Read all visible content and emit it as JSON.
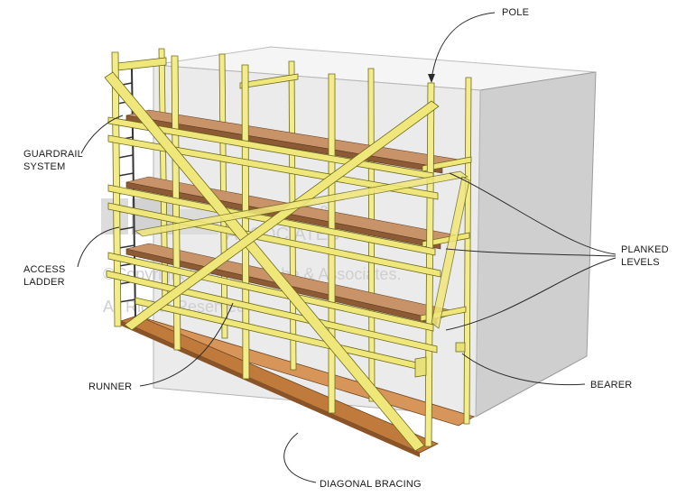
{
  "labels": {
    "pole": "POLE",
    "guardrail_line1": "GUARDRAIL",
    "guardrail_line2": "SYSTEM",
    "access_line1": "ACCESS",
    "access_line2": "LADDER",
    "planked_line1": "PLANKED",
    "planked_line2": "LEVELS",
    "runner": "RUNNER",
    "bearer": "BEARER",
    "diagonal": "DIAGONAL BRACING"
  },
  "watermark": {
    "line1": "OHGLABE &",
    "line2": "ASSOCIATES",
    "line3": "©Copyright 2020 Oh Glabe & Associates.",
    "line4": "All Rights Reserved"
  },
  "colors": {
    "tube": "#f0e77a",
    "plank": "#c9936a",
    "wall": "#e6e6e6"
  }
}
